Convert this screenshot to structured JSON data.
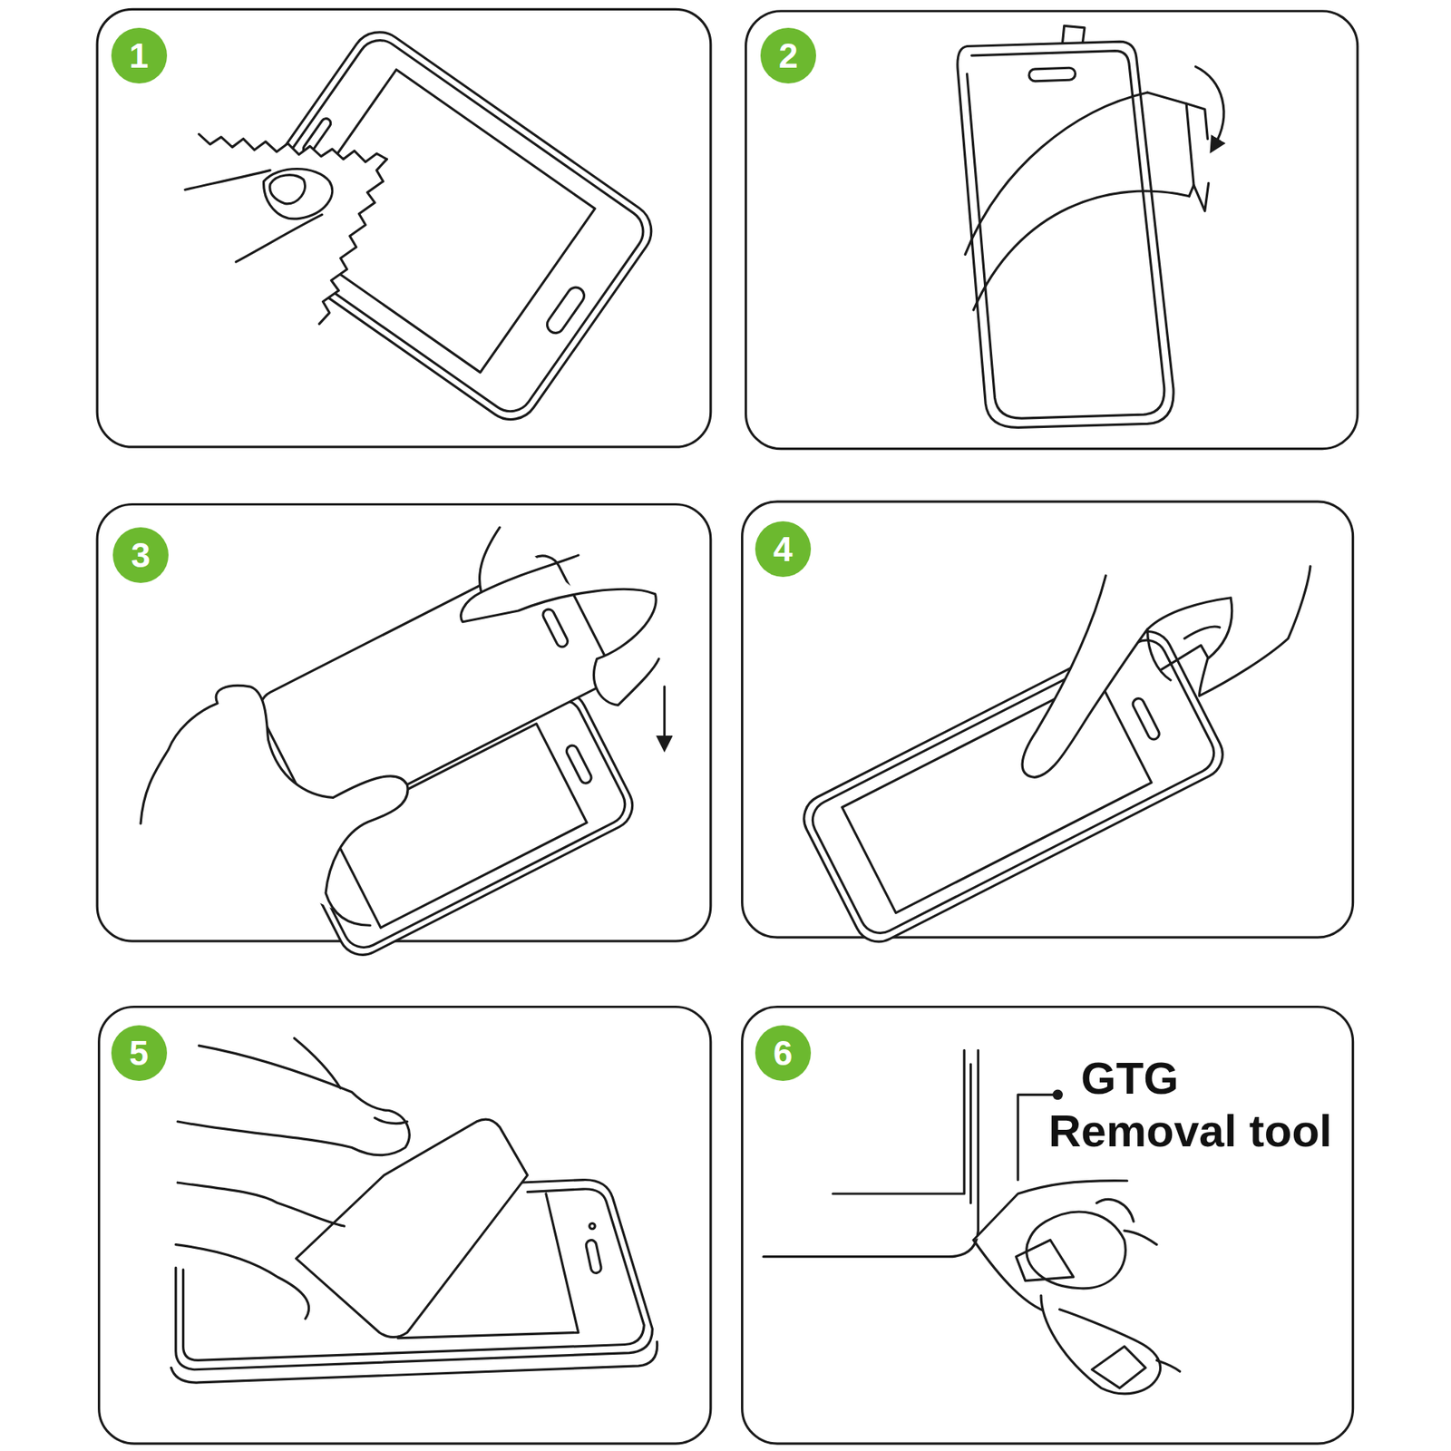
{
  "diagram": {
    "nodes": [
      {
        "text": [
          "1"
        ]
      },
      {
        "text": [
          "2"
        ]
      },
      {
        "text": [
          "3"
        ]
      },
      {
        "text": [
          "4"
        ]
      },
      {
        "text": [
          "5"
        ]
      },
      {
        "text": [
          "6"
        ]
      }
    ],
    "labels": [
      "GTG Removal tool"
    ]
  }
}
